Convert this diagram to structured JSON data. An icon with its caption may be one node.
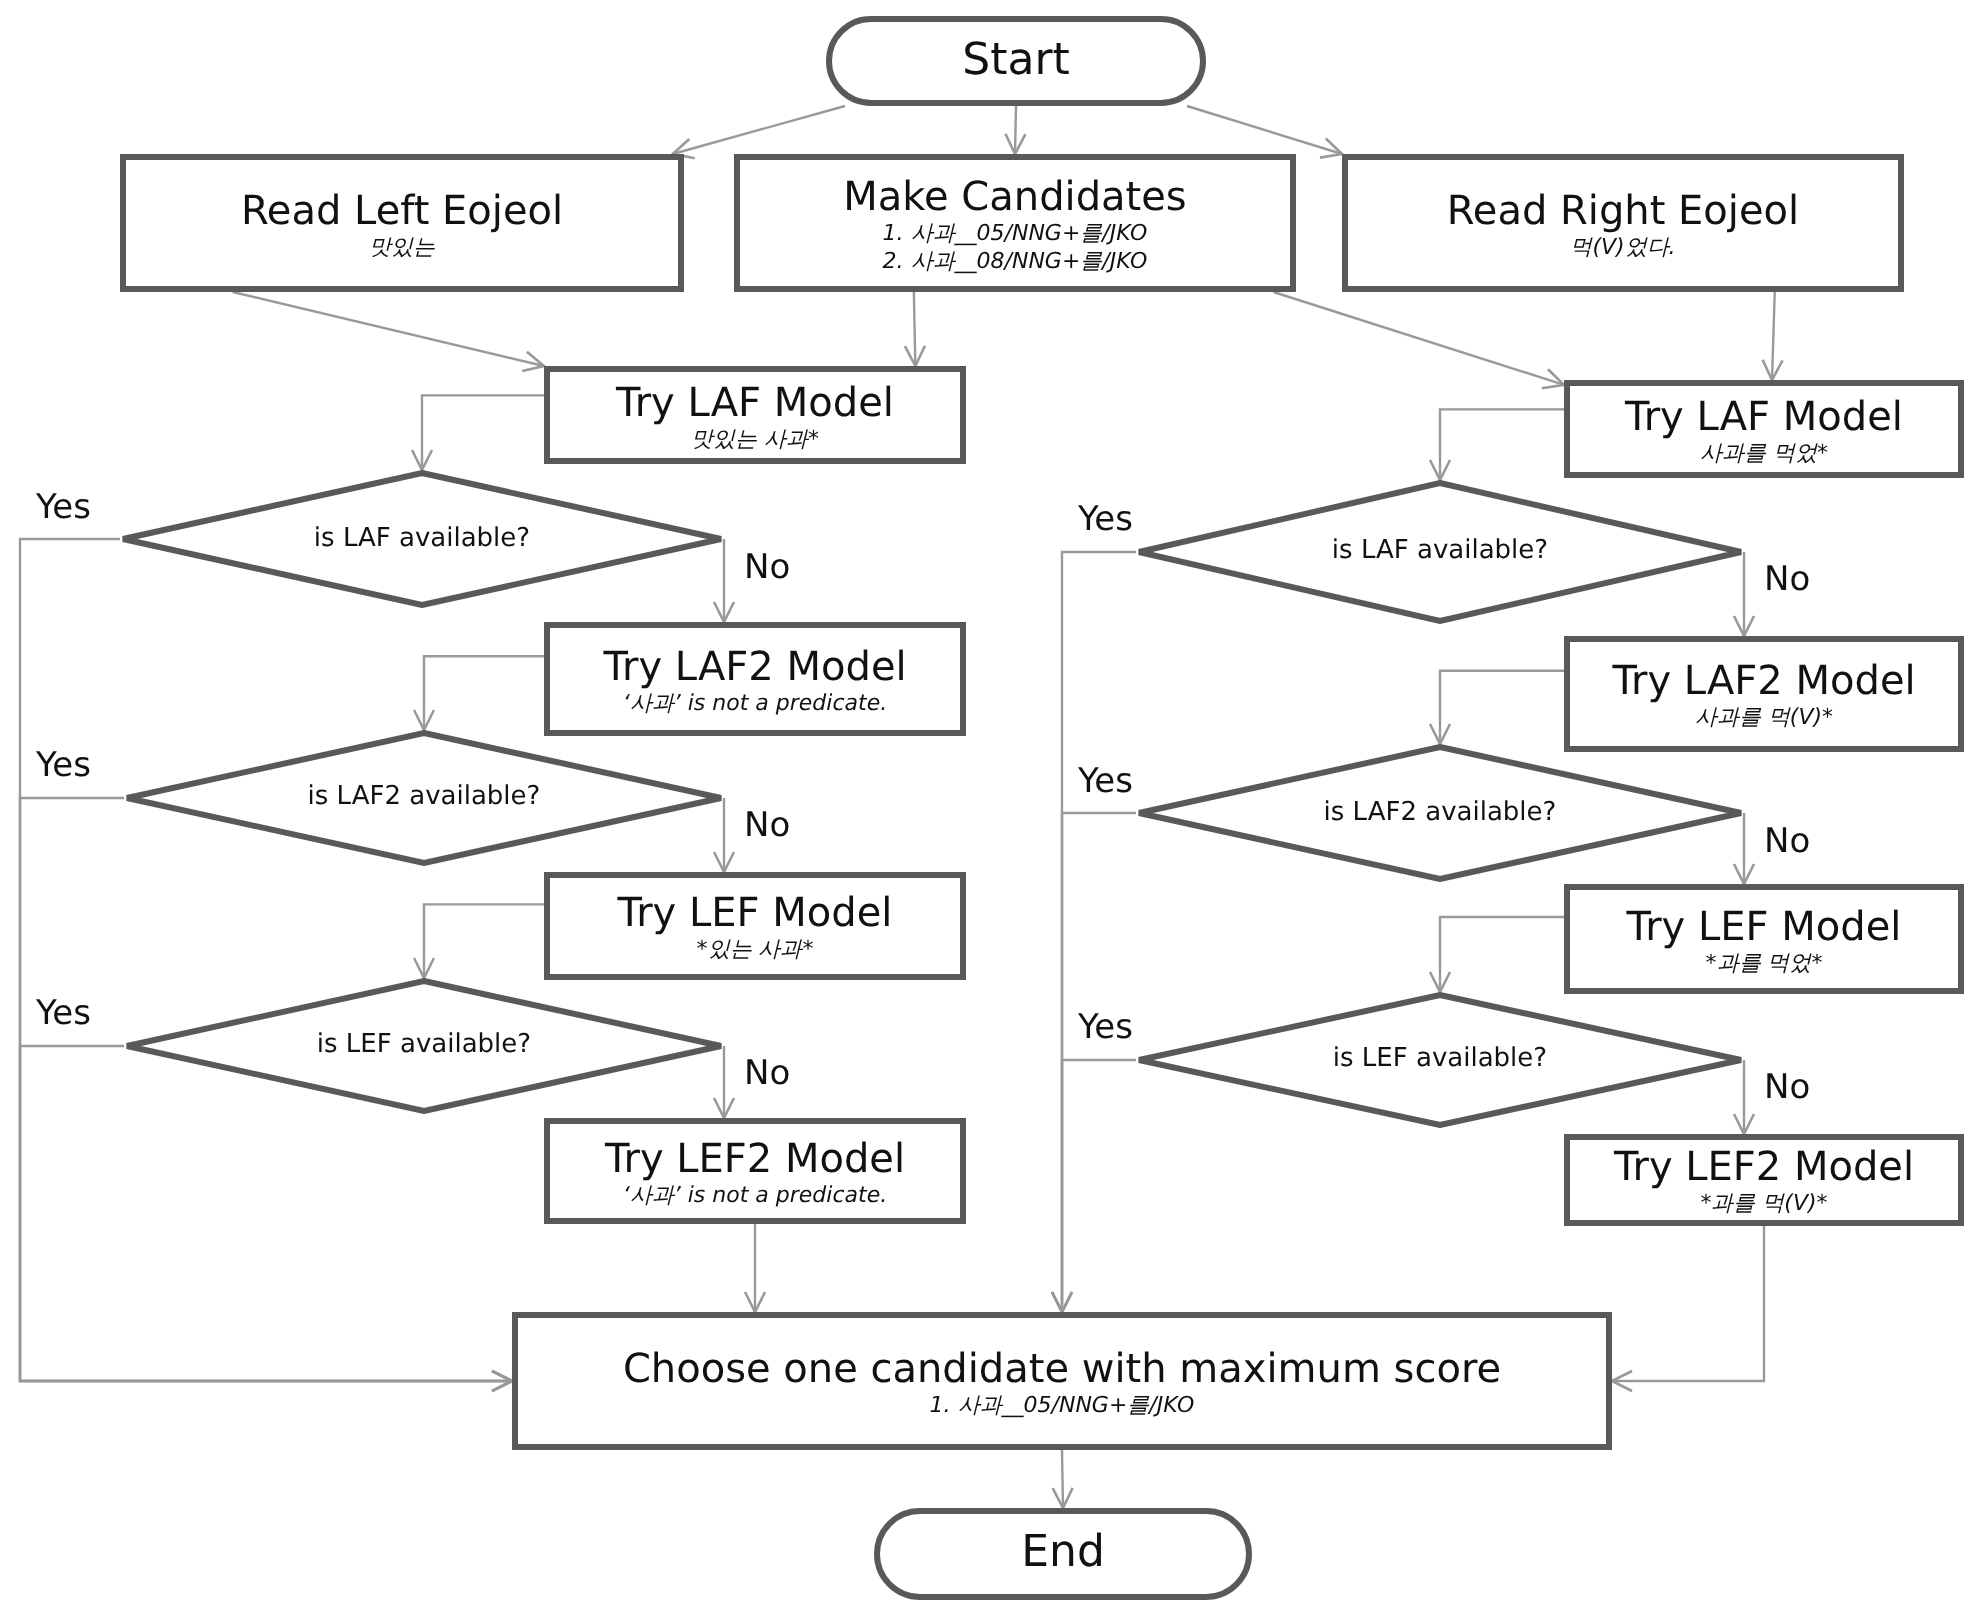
{
  "diagram": {
    "nodes": [
      {
        "text": [
          "Start"
        ]
      },
      {
        "text": [
          "Read Left Eojeol",
          "맛있는"
        ]
      },
      {
        "text": [
          "Make Candidates",
          "1. 사과__05/NNG+를/JKO",
          "2. 사과__08/NNG+를/JKO"
        ]
      },
      {
        "text": [
          "Read Right Eojeol",
          "먹(V)었다."
        ]
      },
      {
        "text": [
          "Try LAF Model",
          "맛있는 사과*"
        ]
      },
      {
        "text": [
          "is LAF available?"
        ]
      },
      {
        "text": [
          "Try LAF2 Model",
          "‘사과’ is not a predicate."
        ]
      },
      {
        "text": [
          "is LAF2 available?"
        ]
      },
      {
        "text": [
          "Try LEF Model",
          "*있는 사과*"
        ]
      },
      {
        "text": [
          "is LEF available?"
        ]
      },
      {
        "text": [
          "Try LEF2 Model",
          "‘사과’ is not a predicate."
        ]
      },
      {
        "text": [
          "Try LAF Model",
          "사과를 먹었*"
        ]
      },
      {
        "text": [
          "is LAF available?"
        ]
      },
      {
        "text": [
          "Try LAF2 Model",
          "사과를 먹(V)*"
        ]
      },
      {
        "text": [
          "is LAF2 available?"
        ]
      },
      {
        "text": [
          "Try LEF Model",
          "*과를 먹었*"
        ]
      },
      {
        "text": [
          "is LEF available?"
        ]
      },
      {
        "text": [
          "Try LEF2 Model",
          "*과를 먹(V)*"
        ]
      },
      {
        "text": [
          "Choose one candidate with maximum score",
          "1. 사과__05/NNG+를/JKO"
        ]
      },
      {
        "text": [
          "End"
        ]
      }
    ],
    "edges": [
      {
        "from": 0,
        "to": 1,
        "arrow": "to"
      },
      {
        "from": 0,
        "to": 2,
        "arrow": "to"
      },
      {
        "from": 0,
        "to": 3,
        "arrow": "to"
      },
      {
        "from": 1,
        "to": 4,
        "arrow": "to"
      },
      {
        "from": 2,
        "to": 4,
        "arrow": "to"
      },
      {
        "from": 2,
        "to": 11,
        "arrow": "to"
      },
      {
        "from": 3,
        "to": 11,
        "arrow": "to"
      },
      {
        "from": 4,
        "to": 5,
        "arrow": "to"
      },
      {
        "from": 5,
        "to": 6,
        "arrow": "to",
        "label": "No"
      },
      {
        "from": 5,
        "to": 18,
        "arrow": "to",
        "label": "Yes"
      },
      {
        "from": 6,
        "to": 7,
        "arrow": "to"
      },
      {
        "from": 7,
        "to": 8,
        "arrow": "to",
        "label": "No"
      },
      {
        "from": 7,
        "to": 18,
        "arrow": "to",
        "label": "Yes"
      },
      {
        "from": 8,
        "to": 9,
        "arrow": "to"
      },
      {
        "from": 9,
        "to": 10,
        "arrow": "to",
        "label": "No"
      },
      {
        "from": 9,
        "to": 18,
        "arrow": "to",
        "label": "Yes"
      },
      {
        "from": 10,
        "to": 18,
        "arrow": "to"
      },
      {
        "from": 11,
        "to": 12,
        "arrow": "to"
      },
      {
        "from": 12,
        "to": 13,
        "arrow": "to",
        "label": "No"
      },
      {
        "from": 12,
        "to": 18,
        "arrow": "to",
        "label": "Yes"
      },
      {
        "from": 13,
        "to": 14,
        "arrow": "to"
      },
      {
        "from": 14,
        "to": 15,
        "arrow": "to",
        "label": "No"
      },
      {
        "from": 14,
        "to": 18,
        "arrow": "to",
        "label": "Yes"
      },
      {
        "from": 15,
        "to": 16,
        "arrow": "to"
      },
      {
        "from": 16,
        "to": 17,
        "arrow": "to",
        "label": "No"
      },
      {
        "from": 16,
        "to": 18,
        "arrow": "to",
        "label": "Yes"
      },
      {
        "from": 17,
        "to": 18,
        "arrow": "to"
      },
      {
        "from": 18,
        "to": 19,
        "arrow": "to"
      }
    ]
  }
}
